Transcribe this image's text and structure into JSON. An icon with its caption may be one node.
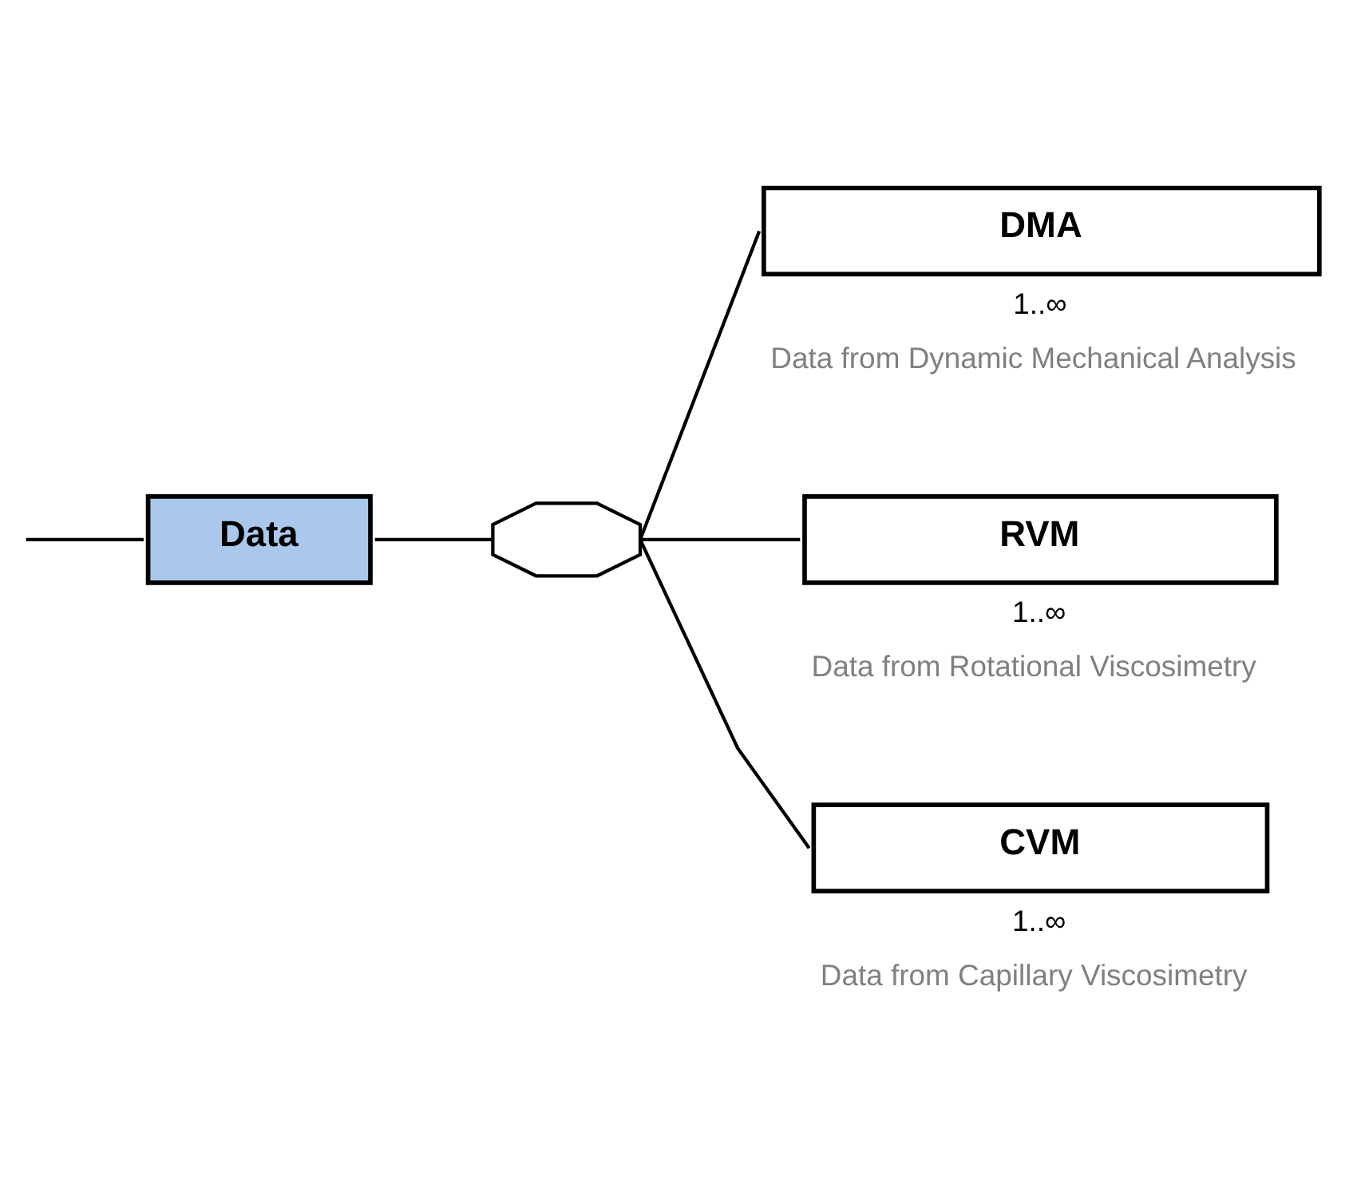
{
  "diagram": {
    "nodes": [
      {
        "text": [
          "Data"
        ]
      },
      {
        "text": [],
        "shape": "octagon"
      },
      {
        "text": [
          "DMA"
        ],
        "beside": [
          "1..∞",
          "Data from Dynamic Mechanical Analysis"
        ]
      },
      {
        "text": [
          "RVM"
        ],
        "beside": [
          "1..∞",
          "Data from Rotational Viscosimetry"
        ]
      },
      {
        "text": [
          "CVM"
        ],
        "beside": [
          "1..∞",
          "Data from Capillary Viscosimetry"
        ]
      }
    ],
    "edges": [
      {
        "from": null,
        "to": 0,
        "arrow": "none"
      },
      {
        "from": 0,
        "to": 1,
        "arrow": "none"
      },
      {
        "from": 1,
        "to": 2,
        "arrow": "none"
      },
      {
        "from": 1,
        "to": 3,
        "arrow": "none"
      },
      {
        "from": 1,
        "to": 4,
        "arrow": "none"
      }
    ]
  }
}
